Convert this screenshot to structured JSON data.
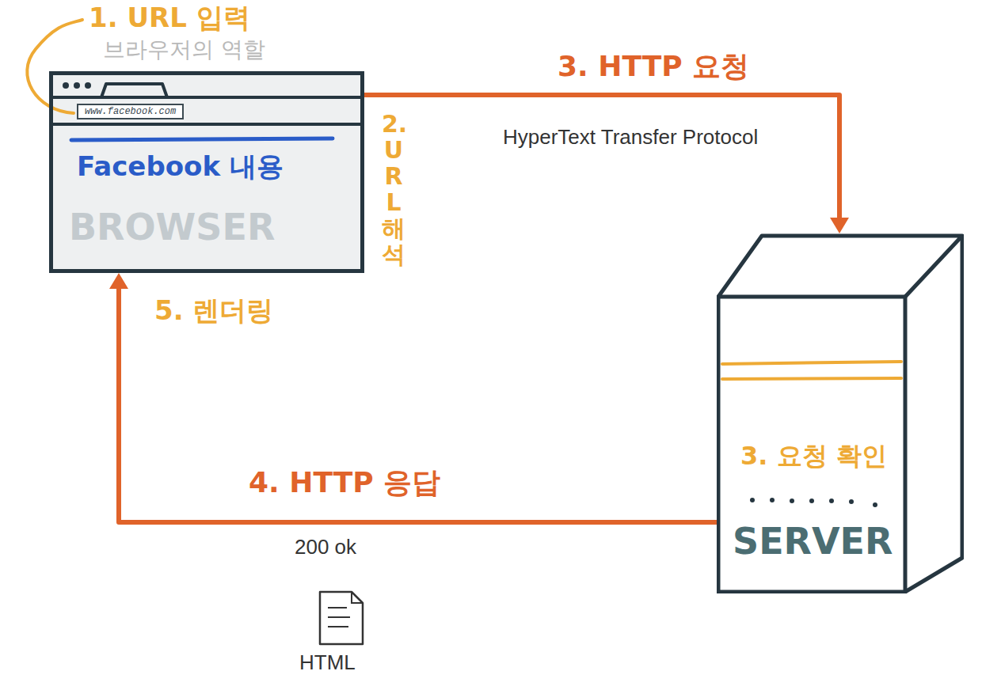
{
  "diagram": {
    "nodes": [
      {
        "text": [
          "Facebook 내용",
          "BROWSER"
        ]
      },
      {
        "text": [
          "www.facebook.com"
        ],
        "in": 0
      },
      {
        "text": [
          "3. 요청 확인",
          "SERVER"
        ]
      }
    ],
    "edges": [
      {
        "from": 0,
        "to": 2,
        "arrow": "to",
        "label": "3. HTTP 요청"
      },
      {
        "from": 2,
        "to": 0,
        "arrow": "to",
        "label": "4. HTTP 응답"
      }
    ],
    "labels": [
      "브라우저의 역할",
      "1. URL 입력",
      "2. URL 해석",
      "HyperText Transfer Protocol",
      "5. 렌더링",
      "200 ok",
      "HTML"
    ]
  }
}
